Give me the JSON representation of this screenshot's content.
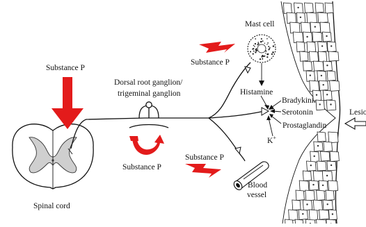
{
  "labels": {
    "substance_p_top": "Substance P",
    "drg": "Dorsal root ganglion/",
    "tg": "trigeminal ganglion",
    "substance_p_bottom": "Substance P",
    "spinal_cord": "Spinal cord",
    "mast_cell": "Mast cell",
    "substance_p_mast": "Substance P",
    "histamine": "Histamine",
    "bradykinin": "Bradykinin",
    "serotonin": "Serotonin",
    "prostaglandin": "Prostaglandin",
    "k_ion": "K",
    "k_sup": "+",
    "substance_p_vessel": "Substance P",
    "blood": "Blood",
    "vessel": "vessel",
    "lesion": "Lesio"
  },
  "colors": {
    "accent_red": "#e31b1b",
    "ink": "#111111",
    "gray_matter": "#cfcfcf"
  }
}
